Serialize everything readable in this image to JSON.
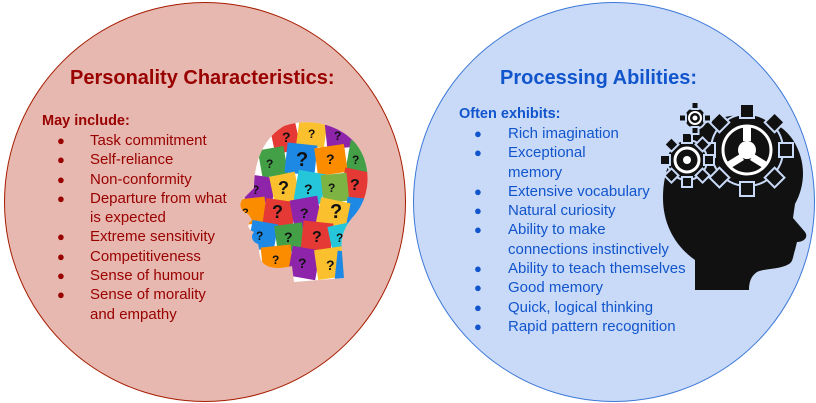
{
  "left": {
    "title": "Personality Characteristics:",
    "subtitle": "May include:",
    "items": [
      [
        "Task commitment"
      ],
      [
        "Self-reliance"
      ],
      [
        "Non-conformity"
      ],
      [
        "Departure from what",
        "is expected"
      ],
      [
        "Extreme sensitivity"
      ],
      [
        "Competitiveness"
      ],
      [
        "Sense of humour"
      ],
      [
        "Sense of morality",
        "and empathy"
      ]
    ],
    "head_icon": "colorful-question-mark-head-icon",
    "colors": {
      "fill": "#e6b8af",
      "border": "#a61c00",
      "text": "#990000"
    }
  },
  "right": {
    "title": "Processing Abilities:",
    "subtitle": "Often exhibits:",
    "items": [
      [
        "Rich imagination"
      ],
      [
        "Exceptional",
        "memory"
      ],
      [
        "Extensive vocabulary"
      ],
      [
        "Natural curiosity"
      ],
      [
        "Ability to make",
        "connections instinctively"
      ],
      [
        "Ability to teach themselves"
      ],
      [
        "Good memory"
      ],
      [
        "Quick, logical thinking"
      ],
      [
        "Rapid pattern recognition"
      ]
    ],
    "head_icon": "gears-head-icon",
    "colors": {
      "fill": "#c9daf8",
      "border": "#3c78d8",
      "text": "#1155cc"
    }
  },
  "bullet_glyph": "●"
}
